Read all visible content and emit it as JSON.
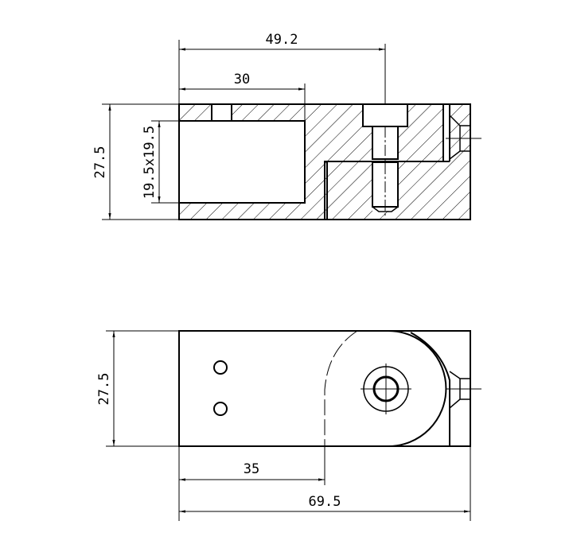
{
  "drawing": {
    "section_view": {
      "dim_total_to_bolt": "49.2",
      "dim_cavity_length": "30",
      "dim_height": "27.5",
      "dim_cavity_size": "19.5x19.5"
    },
    "top_view": {
      "dim_height": "27.5",
      "dim_to_arc": "35",
      "dim_total_length": "69.5"
    }
  }
}
